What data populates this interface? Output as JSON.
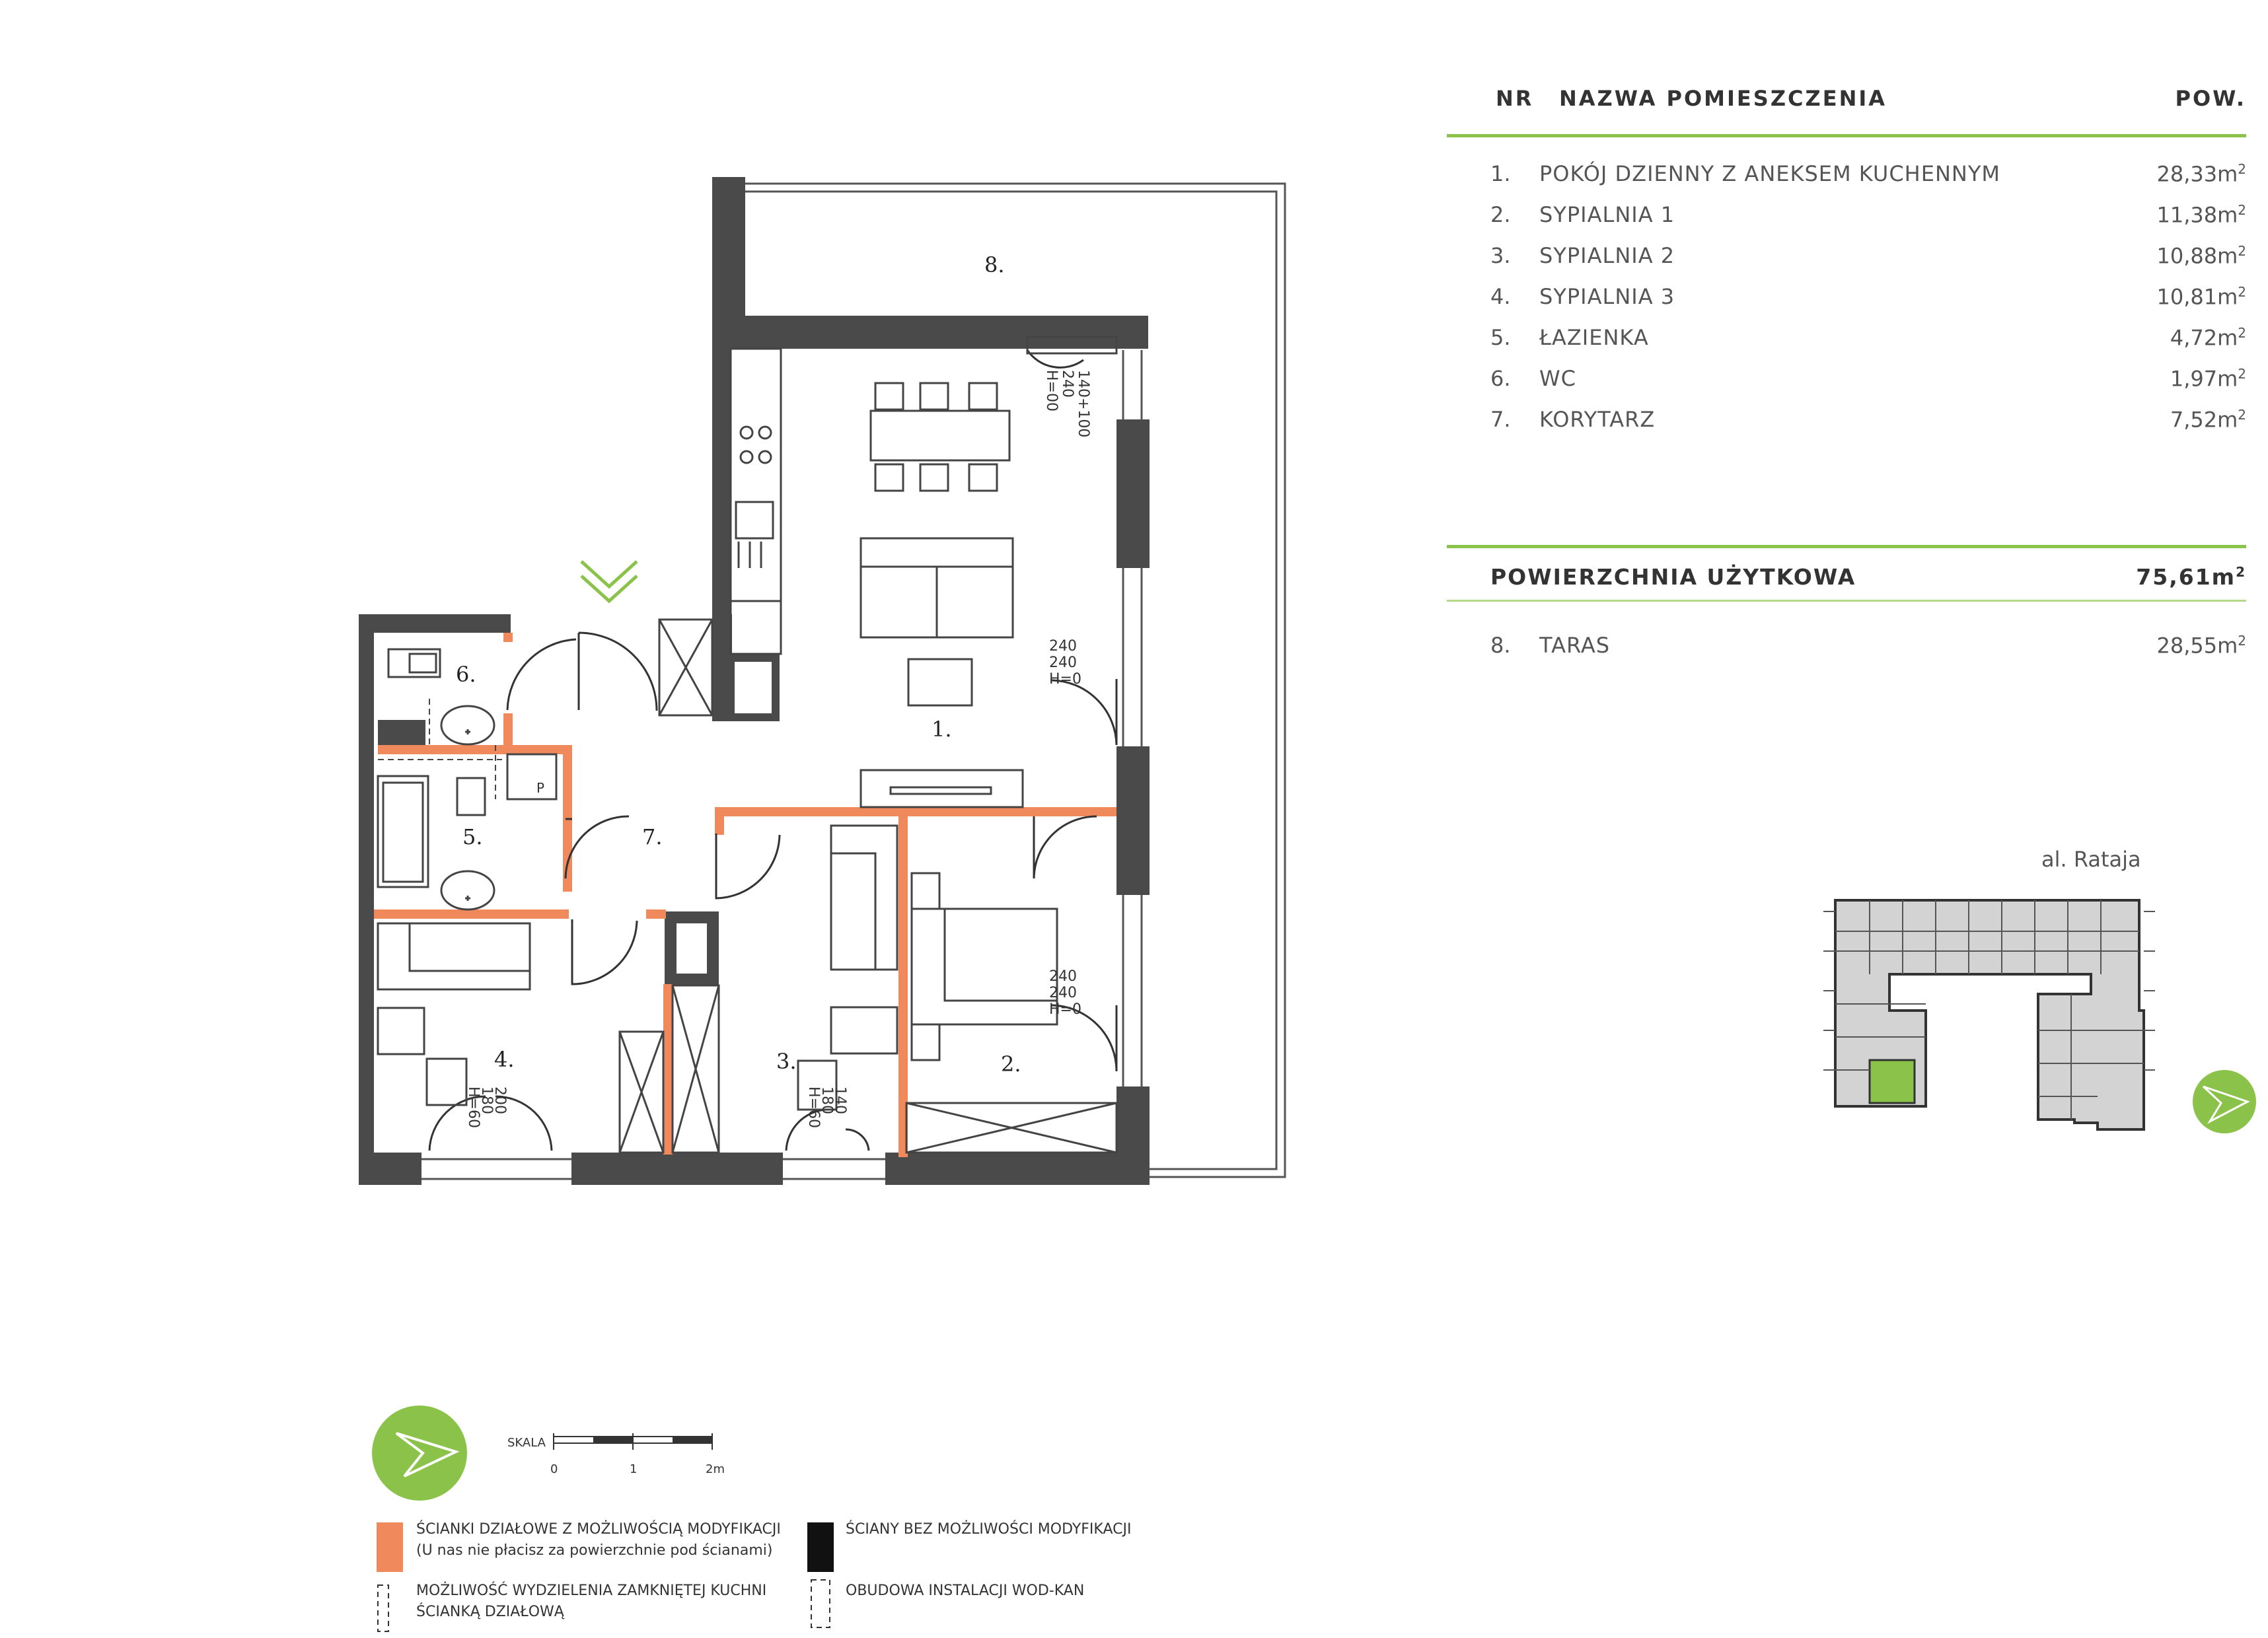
{
  "table": {
    "header": {
      "nr": "NR",
      "name": "NAZWA POMIESZCZENIA",
      "area": "POW."
    },
    "rooms": [
      {
        "nr": "1.",
        "name": "POKÓJ DZIENNY Z ANEKSEM KUCHENNYM",
        "area": "28,33m",
        "unit_sup": "2"
      },
      {
        "nr": "2.",
        "name": "SYPIALNIA 1",
        "area": "11,38m",
        "unit_sup": "2"
      },
      {
        "nr": "3.",
        "name": "SYPIALNIA 2",
        "area": "10,88m",
        "unit_sup": "2"
      },
      {
        "nr": "4.",
        "name": "SYPIALNIA 3",
        "area": "10,81m",
        "unit_sup": "2"
      },
      {
        "nr": "5.",
        "name": "ŁAZIENKA",
        "area": "4,72m",
        "unit_sup": "2"
      },
      {
        "nr": "6.",
        "name": "WC",
        "area": "1,97m",
        "unit_sup": "2"
      },
      {
        "nr": "7.",
        "name": "KORYTARZ",
        "area": "7,52m",
        "unit_sup": "2"
      }
    ],
    "usable": {
      "label": "POWIERZCHNIA UŻYTKOWA",
      "area": "75,61m",
      "unit_sup": "2"
    },
    "terrace": {
      "nr": "8.",
      "name": "TARAS",
      "area": "28,55m",
      "unit_sup": "2"
    }
  },
  "plan": {
    "room_labels": [
      "1.",
      "2.",
      "3.",
      "4.",
      "5.",
      "6.",
      "7.",
      "8."
    ],
    "window_notes": {
      "terrace_door": [
        "140+100",
        "240",
        "H=00"
      ],
      "living_window": [
        "240",
        "240",
        "H=0"
      ],
      "bedroom1_window": [
        "240",
        "240",
        "H=0"
      ],
      "bedroom3_window": [
        "200",
        "180",
        "H=60"
      ],
      "bedroom2_window": [
        "140",
        "180",
        "H=60"
      ]
    },
    "boiler_label": "P"
  },
  "location": {
    "street": "al. Rataja"
  },
  "scale": {
    "label": "SKALA",
    "ticks": [
      "0",
      "1",
      "2m"
    ]
  },
  "legend": {
    "movable_walls": "ŚCIANKI DZIAŁOWE Z MOŻLIWOŚCIĄ MODYFIKACJI",
    "movable_walls_note": "(U nas nie płacisz za powierzchnie pod ścianami)",
    "fixed_walls": "ŚCIANY BEZ MOŻLIWOŚCI MODYFIKACJI",
    "kitchen_option_1": "MOŻLIWOŚĆ WYDZIELENIA ZAMKNIĘTEJ KUCHNI",
    "kitchen_option_2": "ŚCIANKĄ DZIAŁOWĄ",
    "installation": "OBUDOWA INSTALACJI WOD-KAN"
  },
  "colors": {
    "structural_wall": "#4a4a4a",
    "partition_wall": "#f08a5d",
    "accent_green": "#8bc34a",
    "highlight_green": "#8bc34a"
  }
}
